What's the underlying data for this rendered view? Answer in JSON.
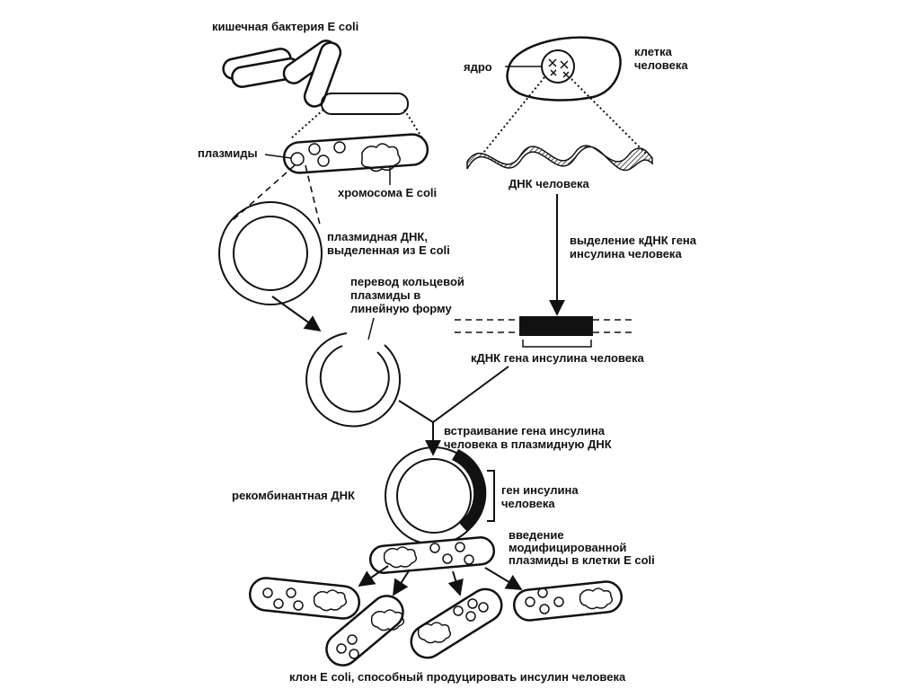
{
  "labels": {
    "bacterium": "кишечная бактерия E coli",
    "nucleus": "ядро",
    "human_cell": [
      "клетка",
      "человека"
    ],
    "plasmids": "плазмиды",
    "chromosome": "хромосома E coli",
    "human_dna": "ДНК человека",
    "plasmid_dna": [
      "плазмидная ДНК,",
      "выделенная из E coli"
    ],
    "isolation": [
      "выделение кДНК гена",
      "инсулина человека"
    ],
    "linearize": [
      "перевод кольцевой",
      "плазмиды в",
      "линейную форму"
    ],
    "cdna": "кДНК гена инсулина человека",
    "insertion": [
      "встраивание гена инсулина",
      "человека в плазмидную ДНК"
    ],
    "recombinant": "рекомбинантная ДНК",
    "insulin_gene": [
      "ген инсулина",
      "человека"
    ],
    "introduction": [
      "введение",
      "модифицированной",
      "плазмиды в клетки E coli"
    ],
    "clone": "клон E coli, способный продуцировать инсулин человека"
  }
}
